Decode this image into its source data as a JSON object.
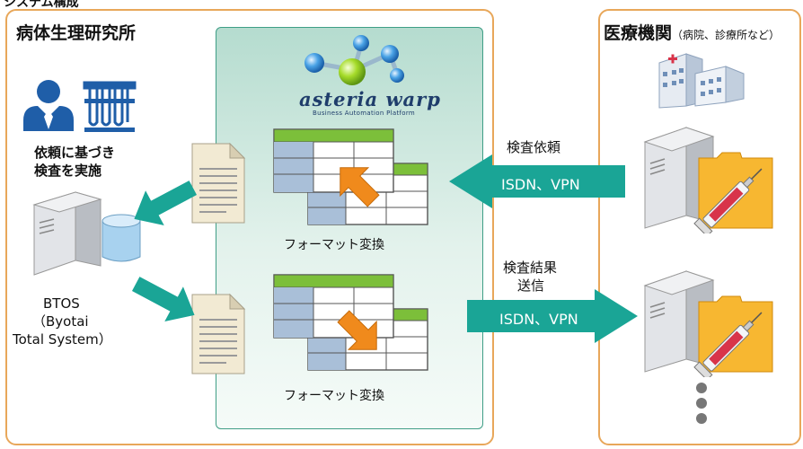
{
  "top_caption": "システム構成",
  "left_panel": {
    "title": "病体生理研究所",
    "staff_label_line1": "依頼に基づき",
    "staff_label_line2": "検査を実施",
    "server_label_line1": "BTOS",
    "server_label_line2": "（Byotai",
    "server_label_line3": "Total System）"
  },
  "center_panel": {
    "logo_text": "asteria warp",
    "logo_subtitle": "Business Automation Platform",
    "convert_label_top": "フォーマット変換",
    "convert_label_bottom": "フォーマット変換"
  },
  "right_panel": {
    "title": "医療機関",
    "title_note": "（病院、診療所など）"
  },
  "arrows": {
    "request_label": "検査依頼",
    "request_channel": "ISDN、VPN",
    "result_label_line1": "検査結果",
    "result_label_line2": "送信",
    "result_channel": "ISDN、VPN"
  },
  "colors": {
    "panel_border": "#e8a75a",
    "arrow_teal": "#1aa596",
    "table_header_green": "#7cbf3a",
    "table_cell_blue": "#a9bfd8",
    "transform_arrow_orange": "#f08a1c",
    "folder_yellow": "#f7b731",
    "syringe_red": "#d8344a"
  }
}
